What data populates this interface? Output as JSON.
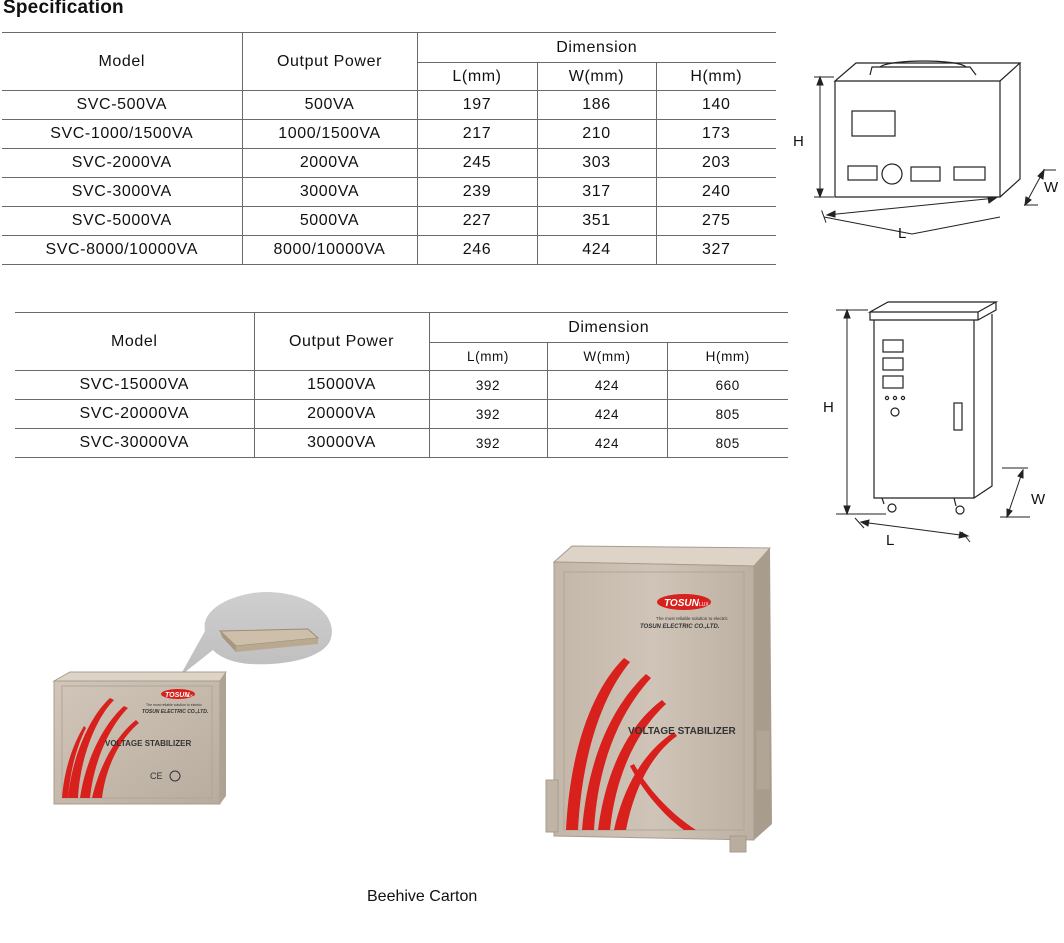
{
  "title": "Specification",
  "table1": {
    "headers": {
      "model": "Model",
      "output_power": "Output Power",
      "dimension": "Dimension",
      "l": "L(mm)",
      "w": "W(mm)",
      "h": "H(mm)"
    },
    "rows": [
      {
        "model": "SVC-500VA",
        "power": "500VA",
        "l": "197",
        "w": "186",
        "h": "140"
      },
      {
        "model": "SVC-1000/1500VA",
        "power": "1000/1500VA",
        "l": "217",
        "w": "210",
        "h": "173"
      },
      {
        "model": "SVC-2000VA",
        "power": "2000VA",
        "l": "245",
        "w": "303",
        "h": "203"
      },
      {
        "model": "SVC-3000VA",
        "power": "3000VA",
        "l": "239",
        "w": "317",
        "h": "240"
      },
      {
        "model": "SVC-5000VA",
        "power": "5000VA",
        "l": "227",
        "w": "351",
        "h": "275"
      },
      {
        "model": "SVC-8000/10000VA",
        "power": "8000/10000VA",
        "l": "246",
        "w": "424",
        "h": "327"
      }
    ]
  },
  "table2": {
    "headers": {
      "model": "Model",
      "output_power": "Output Power",
      "dimension": "Dimension",
      "l": "L(mm)",
      "w": "W(mm)",
      "h": "H(mm)"
    },
    "rows": [
      {
        "model": "SVC-15000VA",
        "power": "15000VA",
        "l": "392",
        "w": "424",
        "h": "660"
      },
      {
        "model": "SVC-20000VA",
        "power": "20000VA",
        "l": "392",
        "w": "424",
        "h": "805"
      },
      {
        "model": "SVC-30000VA",
        "power": "30000VA",
        "l": "392",
        "w": "424",
        "h": "805"
      }
    ]
  },
  "diagram1": {
    "h_label": "H",
    "w_label": "W",
    "l_label": "L"
  },
  "diagram2": {
    "h_label": "H",
    "w_label": "W",
    "l_label": "L"
  },
  "carton_small": {
    "brand": "TOSUN",
    "brand_sub": "LUX",
    "tagline": "The most reliable solution to electric",
    "company": "TOSUN ELECTRIC CO.,LTD.",
    "product": "VOLTAGE STABILIZER",
    "mark": "CE"
  },
  "carton_large": {
    "brand": "TOSUN",
    "brand_sub": "LUX",
    "tagline": "The most reliable solution to electric",
    "company": "TOSUN ELECTRIC CO.,LTD.",
    "product": "VOLTAGE STABILIZER"
  },
  "caption": "Beehive Carton",
  "colors": {
    "carton": "#c9bdb0",
    "carton_dark": "#b3a798",
    "stripe_red": "#d8201c",
    "line": "#6a6a6a"
  }
}
